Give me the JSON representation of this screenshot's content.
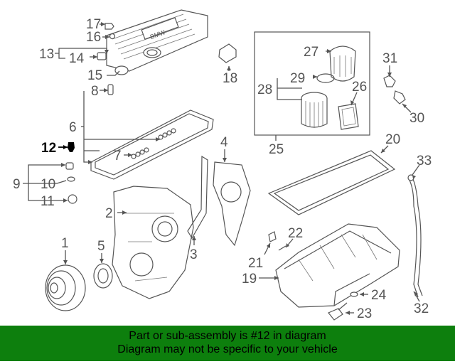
{
  "diagram": {
    "highlight_color": "#000000",
    "callouts": [
      {
        "id": "c1",
        "text": "1"
      },
      {
        "id": "c2",
        "text": "2"
      },
      {
        "id": "c3",
        "text": "3"
      },
      {
        "id": "c4",
        "text": "4"
      },
      {
        "id": "c5",
        "text": "5"
      },
      {
        "id": "c6",
        "text": "6"
      },
      {
        "id": "c7",
        "text": "7"
      },
      {
        "id": "c8",
        "text": "8"
      },
      {
        "id": "c9",
        "text": "9"
      },
      {
        "id": "c10",
        "text": "10"
      },
      {
        "id": "c11",
        "text": "11"
      },
      {
        "id": "c12",
        "text": "12"
      },
      {
        "id": "c13",
        "text": "13"
      },
      {
        "id": "c14",
        "text": "14"
      },
      {
        "id": "c15",
        "text": "15"
      },
      {
        "id": "c16",
        "text": "16"
      },
      {
        "id": "c17",
        "text": "17"
      },
      {
        "id": "c18",
        "text": "18"
      },
      {
        "id": "c19",
        "text": "19"
      },
      {
        "id": "c20",
        "text": "20"
      },
      {
        "id": "c21",
        "text": "21"
      },
      {
        "id": "c22",
        "text": "22"
      },
      {
        "id": "c23",
        "text": "23"
      },
      {
        "id": "c24",
        "text": "24"
      },
      {
        "id": "c25",
        "text": "25"
      },
      {
        "id": "c26",
        "text": "26"
      },
      {
        "id": "c27",
        "text": "27"
      },
      {
        "id": "c28",
        "text": "28"
      },
      {
        "id": "c29",
        "text": "29"
      },
      {
        "id": "c30",
        "text": "30"
      },
      {
        "id": "c31",
        "text": "31"
      },
      {
        "id": "c32",
        "text": "32"
      },
      {
        "id": "c33",
        "text": "33"
      }
    ]
  },
  "banner": {
    "background": "#0d7f0d",
    "line1": "Part or sub-assembly is #12 in diagram",
    "line2": "Diagram may not be specific to your vehicle"
  }
}
